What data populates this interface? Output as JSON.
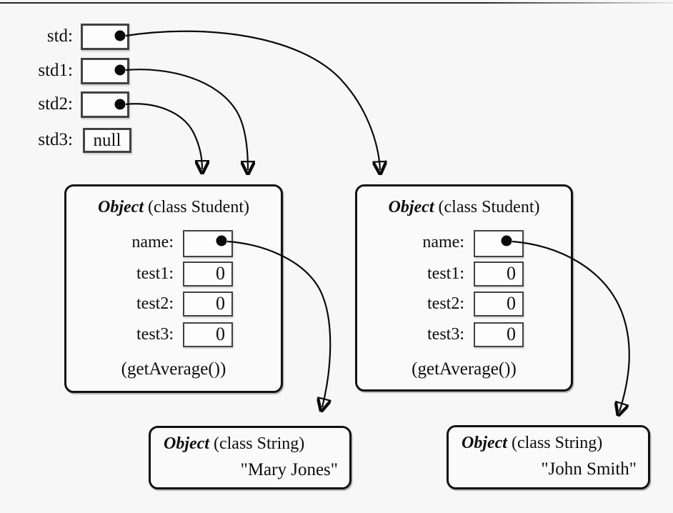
{
  "variables": [
    {
      "label": "std:",
      "value": "",
      "points_to": "student-right"
    },
    {
      "label": "std1:",
      "value": "",
      "points_to": "student-left"
    },
    {
      "label": "std2:",
      "value": "",
      "points_to": "student-left"
    },
    {
      "label": "std3:",
      "value": "null",
      "points_to": null
    }
  ],
  "student_objects": [
    {
      "id": "student-left",
      "title_emphasis": "Object",
      "title_suffix": " (class Student)",
      "fields": [
        {
          "label": "name:",
          "value": "",
          "points_to": "string-left"
        },
        {
          "label": "test1:",
          "value": "0"
        },
        {
          "label": "test2:",
          "value": "0"
        },
        {
          "label": "test3:",
          "value": "0"
        }
      ],
      "method_note": "(getAverage())"
    },
    {
      "id": "student-right",
      "title_emphasis": "Object",
      "title_suffix": " (class Student)",
      "fields": [
        {
          "label": "name:",
          "value": "",
          "points_to": "string-right"
        },
        {
          "label": "test1:",
          "value": "0"
        },
        {
          "label": "test2:",
          "value": "0"
        },
        {
          "label": "test3:",
          "value": "0"
        }
      ],
      "method_note": "(getAverage())"
    }
  ],
  "string_objects": [
    {
      "id": "string-left",
      "title_emphasis": "Object",
      "title_suffix": " (class String)",
      "value": "\"Mary Jones\""
    },
    {
      "id": "string-right",
      "title_emphasis": "Object",
      "title_suffix": " (class String)",
      "value": "\"John Smith\""
    }
  ],
  "connections": [
    {
      "from": "std",
      "to": "student-right"
    },
    {
      "from": "std1",
      "to": "student-left"
    },
    {
      "from": "std2",
      "to": "student-left"
    },
    {
      "from": "std3",
      "to": "null"
    },
    {
      "from": "student-left.name",
      "to": "string-left"
    },
    {
      "from": "student-right.name",
      "to": "string-right"
    }
  ],
  "colors": {
    "background": "#f7f7f7",
    "line": "#0a0a0a",
    "box_border": "#121212",
    "field_border": "#424242"
  }
}
